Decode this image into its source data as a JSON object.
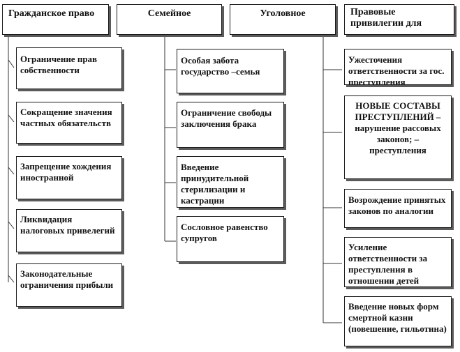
{
  "headers": {
    "civil": "Гражданское право",
    "family": "Семейное",
    "criminal": "Уголовное",
    "privileges": "Правовые привилегии для"
  },
  "civil_items": [
    "Ограничение прав собственности",
    "Сокращение значения частных обязательств",
    "Запрещение хождения иностранной",
    "Ликвидация налоговых привелегий",
    "Законодательные ограничения прибыли"
  ],
  "family_items": [
    "Особая забота государство –семья",
    "Ограничение свободы заключения брака",
    "Введение принудительной стерилизации и кастрации",
    "Сословное равенство супругов"
  ],
  "criminal_items": [
    "Ужесточения ответственности за гос. преступления",
    "НОВЫЕ СОСТАВЫ ПРЕСТУПЛЕНИЙ –нарушение рассовых законов; – преступления",
    "Возрождение принятых законов по аналогии",
    "Усиление ответственности за преступления в отношении детей",
    "Введение новых форм смертной казни (повешение, гильотина)"
  ],
  "colors": {
    "border": "#1a1a1a",
    "shadow": "#5a5a5a",
    "text": "#111111"
  }
}
